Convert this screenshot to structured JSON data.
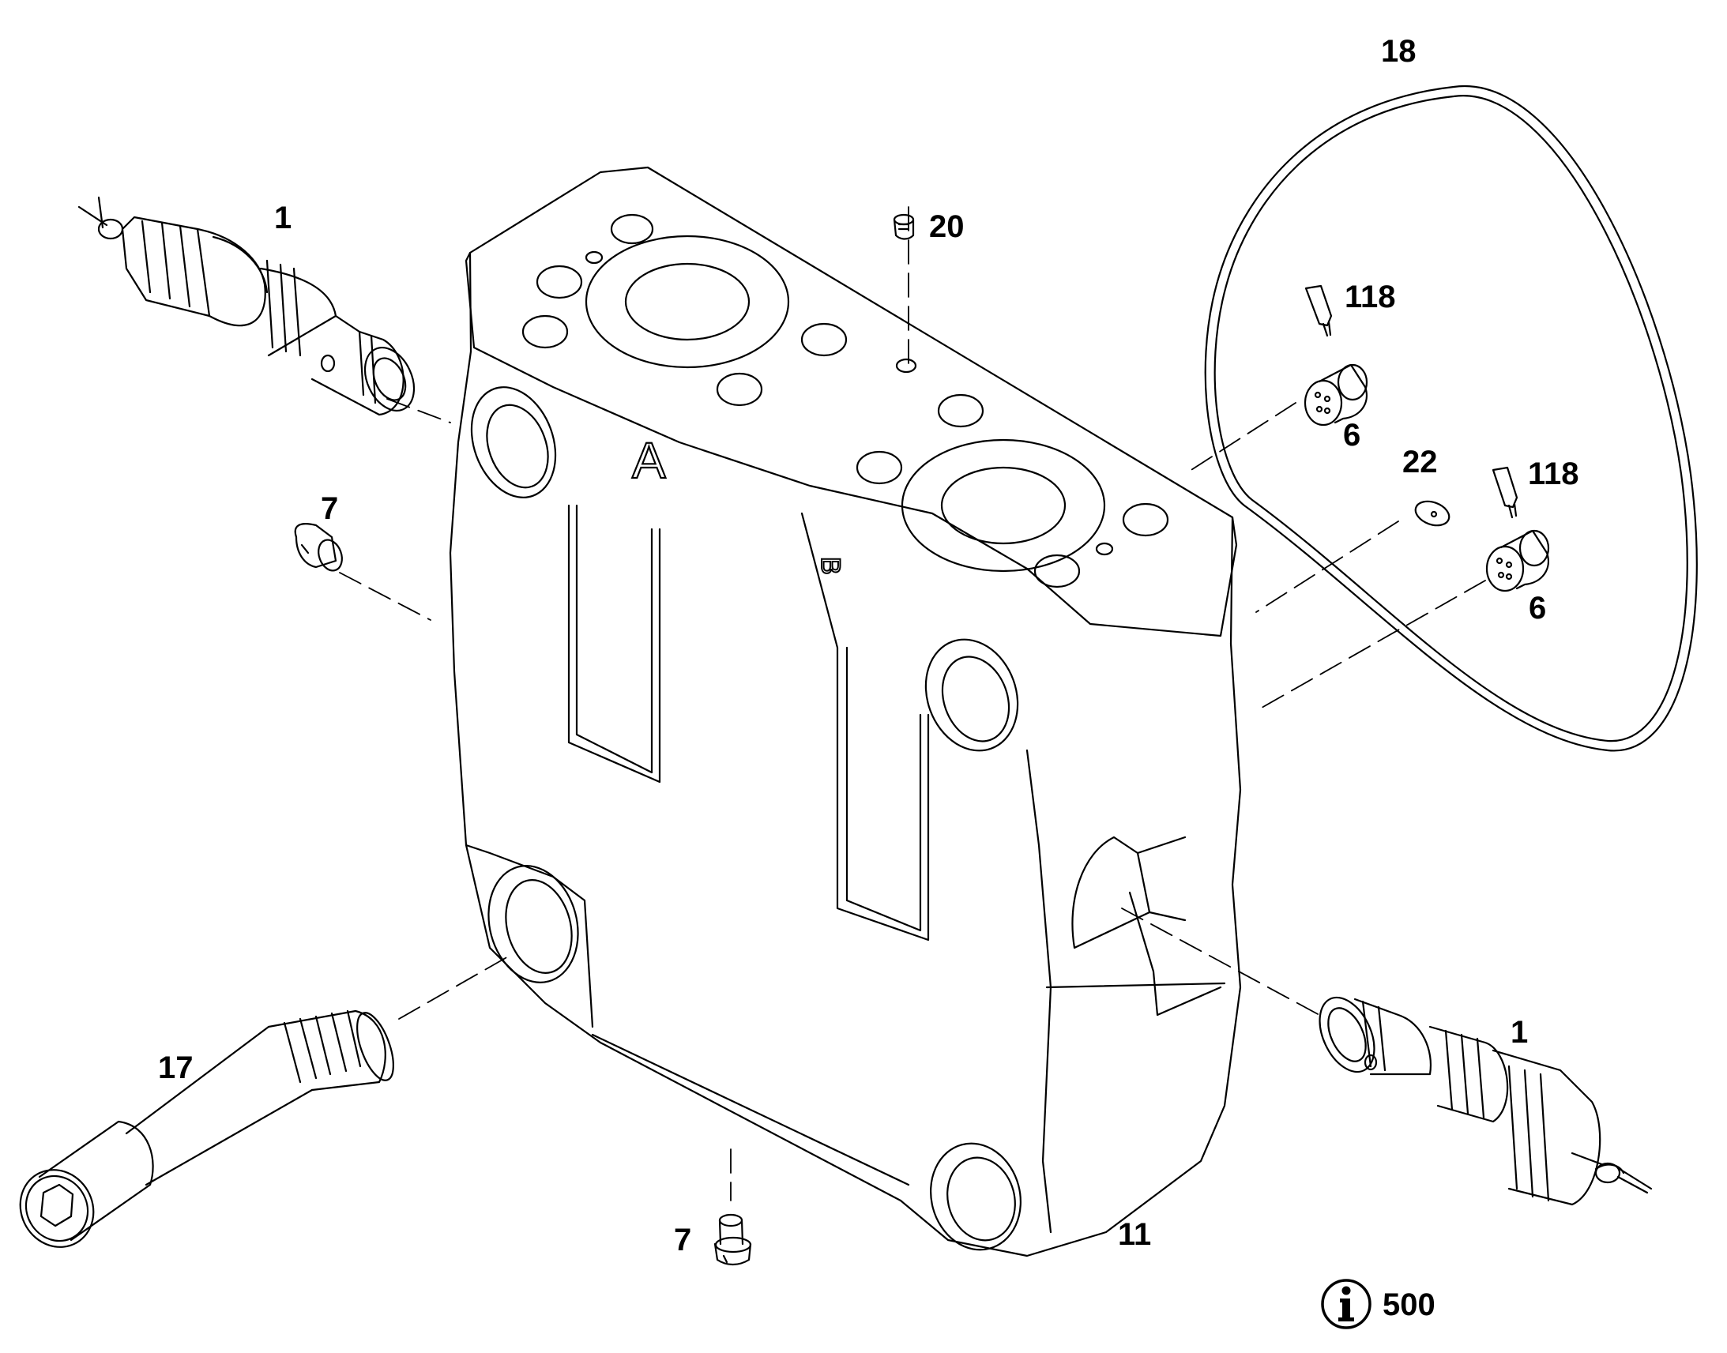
{
  "diagram": {
    "type": "exploded-parts-view",
    "line_color": "#000000",
    "background_color": "#ffffff",
    "part_labels": [
      {
        "id": "valve-1-top",
        "text": "1"
      },
      {
        "id": "valve-1-bottom",
        "text": "1"
      },
      {
        "id": "plug-7-left",
        "text": "7"
      },
      {
        "id": "plug-7-bottom",
        "text": "7"
      },
      {
        "id": "plug-20",
        "text": "20"
      },
      {
        "id": "oring-18",
        "text": "18"
      },
      {
        "id": "sealant-118-a",
        "text": "118"
      },
      {
        "id": "sealant-118-b",
        "text": "118"
      },
      {
        "id": "insert-6-a",
        "text": "6"
      },
      {
        "id": "insert-6-b",
        "text": "6"
      },
      {
        "id": "washer-22",
        "text": "22"
      },
      {
        "id": "screw-17",
        "text": "17"
      },
      {
        "id": "housing-11",
        "text": "11"
      }
    ],
    "housing_marks": {
      "port_a": "A",
      "port_b": "B"
    },
    "info": {
      "icon": "info-icon",
      "text": "500"
    }
  }
}
